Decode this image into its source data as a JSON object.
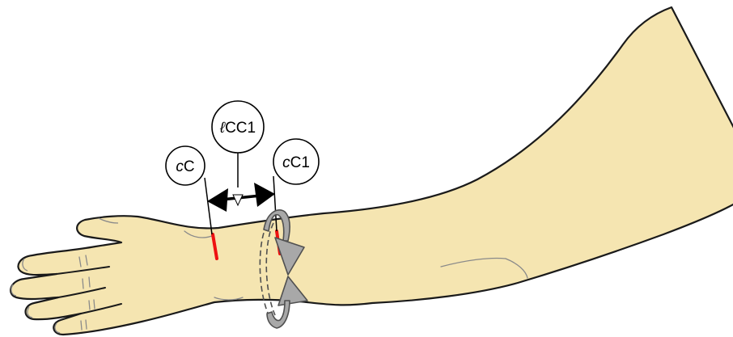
{
  "labels": {
    "cc": {
      "prefix": "c",
      "text": "C"
    },
    "lcc1": {
      "prefix": "ℓ",
      "text": "CC1"
    },
    "cc1": {
      "prefix": "c",
      "text": "C1"
    }
  },
  "colors": {
    "skin": "#f5e5b1",
    "outline": "#1a1a1a",
    "marker": "#ee1111",
    "band": "#a8a8a8",
    "band_outline": "#505050",
    "arrow": "#000000"
  },
  "icons": {
    "measurement_arrow": "double-headed-arrow",
    "rotation_band": "circular-rotation-arrow"
  }
}
